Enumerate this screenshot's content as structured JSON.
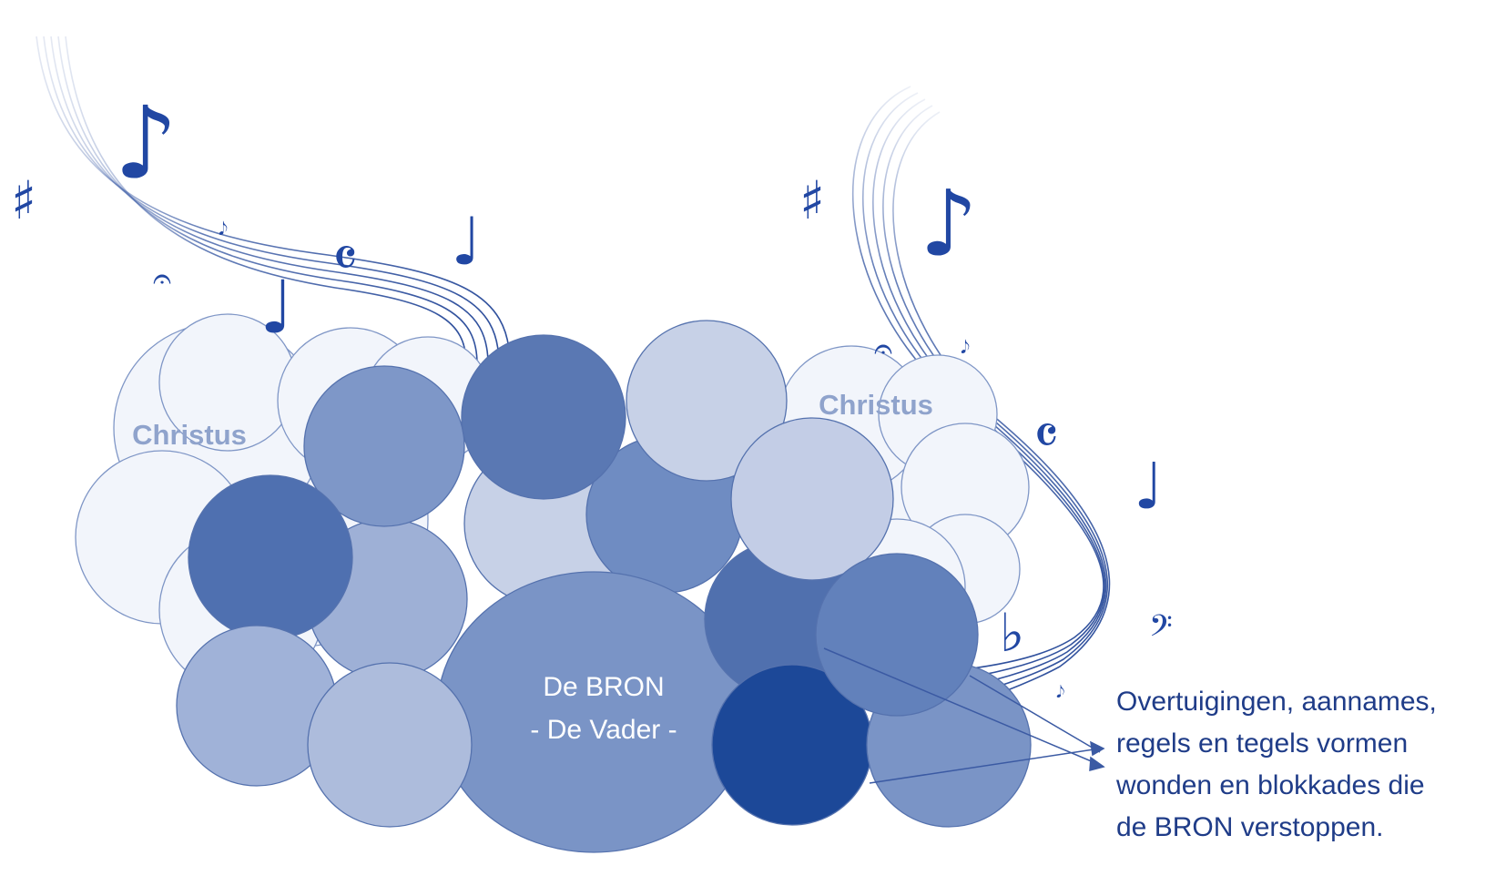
{
  "diagram": {
    "cloud_left_label": "Christus",
    "cloud_right_label": "Christus",
    "center_label_line1": "De BRON",
    "center_label_line2": "- De Vader -",
    "caption_lines": [
      "Overtuigingen, aannames,",
      "regels en tegels vormen",
      "wonden en blokkades die",
      "de BRON verstoppen."
    ]
  },
  "music_symbols": {
    "sharp": "♯",
    "eighth_note": "♪",
    "quarter_note": "♩",
    "flat": "♭",
    "fermata": "𝄐",
    "common_time": "𝄴",
    "bass_clef": "𝄢",
    "mordent": "𝆕"
  },
  "colors": {
    "dark_blue": "#1c4898",
    "mid_blue": "#5b7bb5",
    "light_blue": "#a9b8d9",
    "pale_blue": "#c7d1e7",
    "cloud_fill": "#f2f5fb",
    "text_blue": "#1f3c88"
  }
}
